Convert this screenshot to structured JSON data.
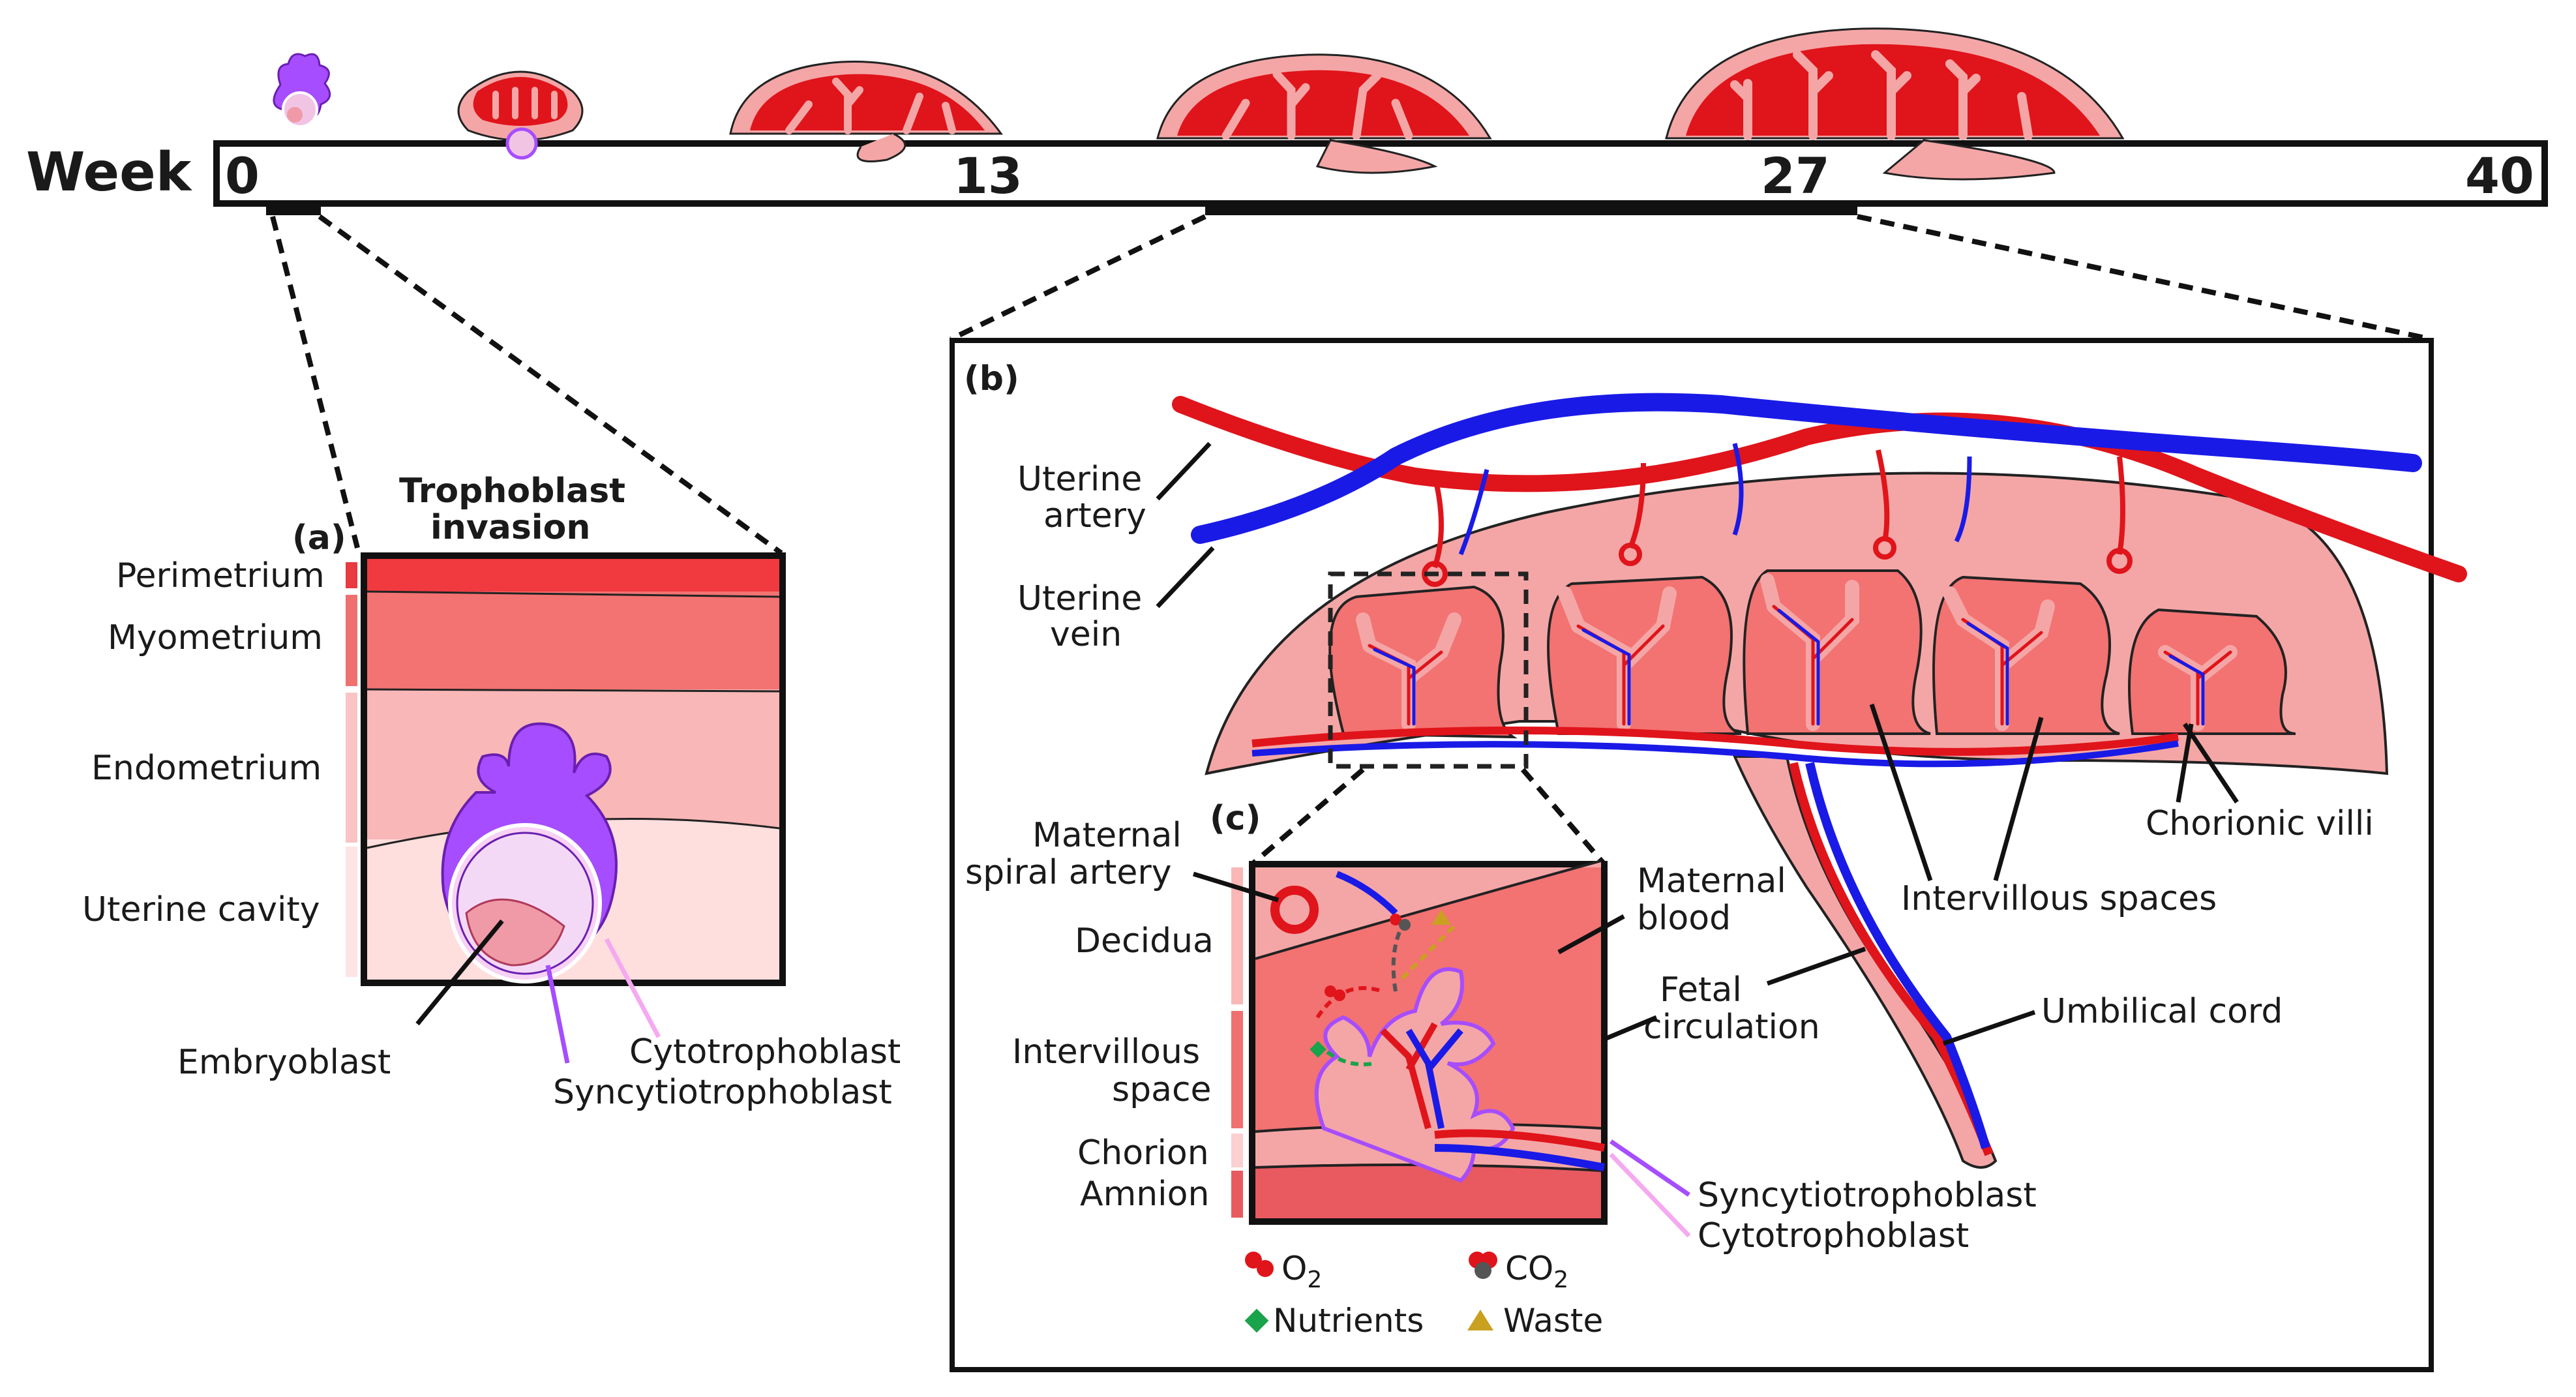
{
  "timeline": {
    "title": "Week",
    "ticks": [
      "0",
      "13",
      "27",
      "40"
    ]
  },
  "panel_a": {
    "tag": "(a)",
    "title_line1": "Trophoblast",
    "title_line2": "invasion",
    "layers": [
      "Perimetrium",
      "Myometrium",
      "Endometrium",
      "Uterine cavity"
    ],
    "embryoblast": "Embryoblast",
    "cytotrophoblast": "Cytotrophoblast",
    "syncytiotrophoblast": "Syncytiotrophoblast"
  },
  "panel_b": {
    "tag": "(b)",
    "uterine_artery_line1": "Uterine",
    "uterine_artery_line2": "artery",
    "uterine_vein_line1": "Uterine",
    "uterine_vein_line2": "vein",
    "chorionic_villi": "Chorionic villi",
    "intervillous_spaces": "Intervillous spaces",
    "umbilical_cord": "Umbilical cord",
    "fetal_circulation_line1": "Fetal",
    "fetal_circulation_line2": "circulation"
  },
  "panel_c": {
    "tag": "(c)",
    "spiral_line1": "Maternal",
    "spiral_line2": "spiral artery",
    "decidua": "Decidua",
    "intervillous_line1": "Intervillous",
    "intervillous_line2": "space",
    "chorion": "Chorion",
    "amnion": "Amnion",
    "maternal_blood_line1": "Maternal",
    "maternal_blood_line2": "blood",
    "syncytiotrophoblast": "Syncytiotrophoblast",
    "cytotrophoblast": "Cytotrophoblast"
  },
  "legend": {
    "o2": "O",
    "o2_sub": "2",
    "co2": "CO",
    "co2_sub": "2",
    "nutrients": "Nutrients",
    "waste": "Waste"
  },
  "colors": {
    "maternal_red": "#e0141b",
    "fetal_blue": "#1a1ae6",
    "tissue_pink": "#f4a6a6",
    "trophoblast_purple": "#a64dff"
  }
}
